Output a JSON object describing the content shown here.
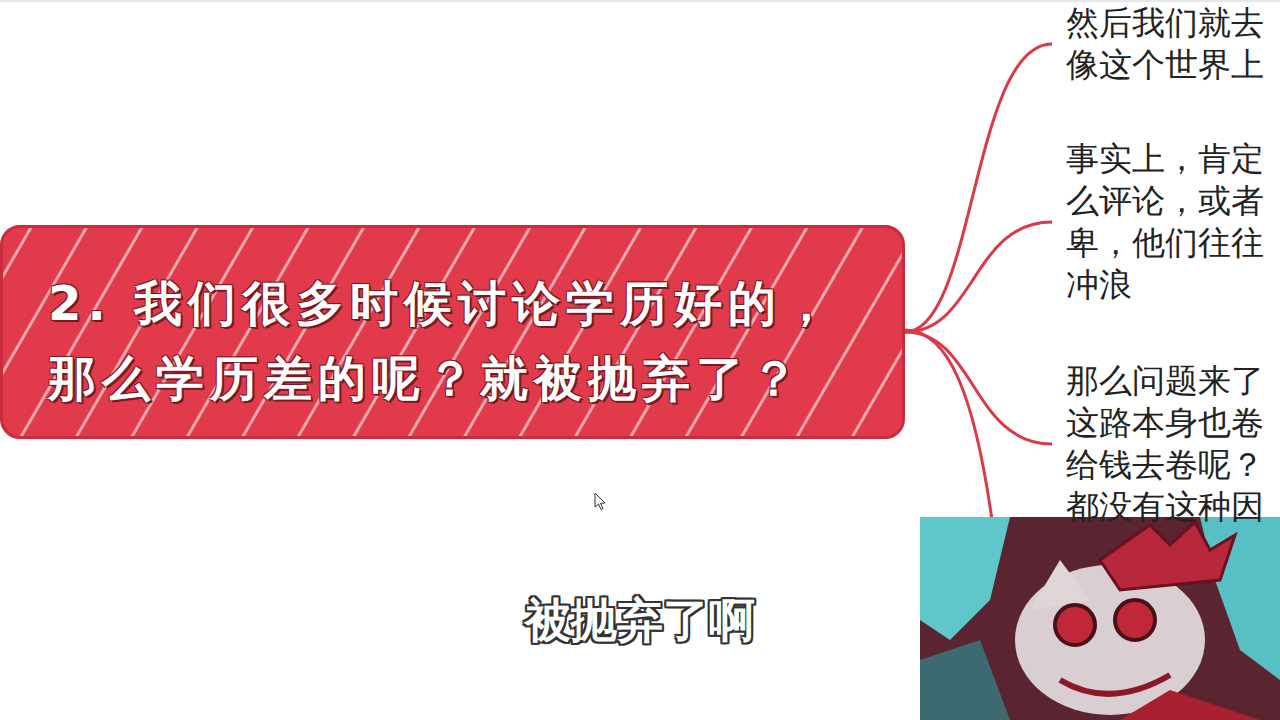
{
  "diagram": {
    "nodes": [
      {
        "text": [
          "2. 我们很多时候讨论学历好的，那么学历差的呢？就被抛弃了？"
        ]
      },
      {
        "text": [
          "然后我们就去 像这个世界上"
        ]
      },
      {
        "text": [
          "事实上，肯定 么评论，或者 卑，他们往往 冲浪"
        ]
      },
      {
        "text": [
          "那么问题来了 这路本身也卷 给钱去卷呢？ 都没有这种因"
        ]
      }
    ],
    "edges": [
      {
        "from": 0,
        "to": 1,
        "arrow": "none"
      },
      {
        "from": 0,
        "to": 2,
        "arrow": "none"
      },
      {
        "from": 0,
        "to": 3,
        "arrow": "none"
      }
    ],
    "labels": [
      "被抛弃了啊"
    ]
  }
}
